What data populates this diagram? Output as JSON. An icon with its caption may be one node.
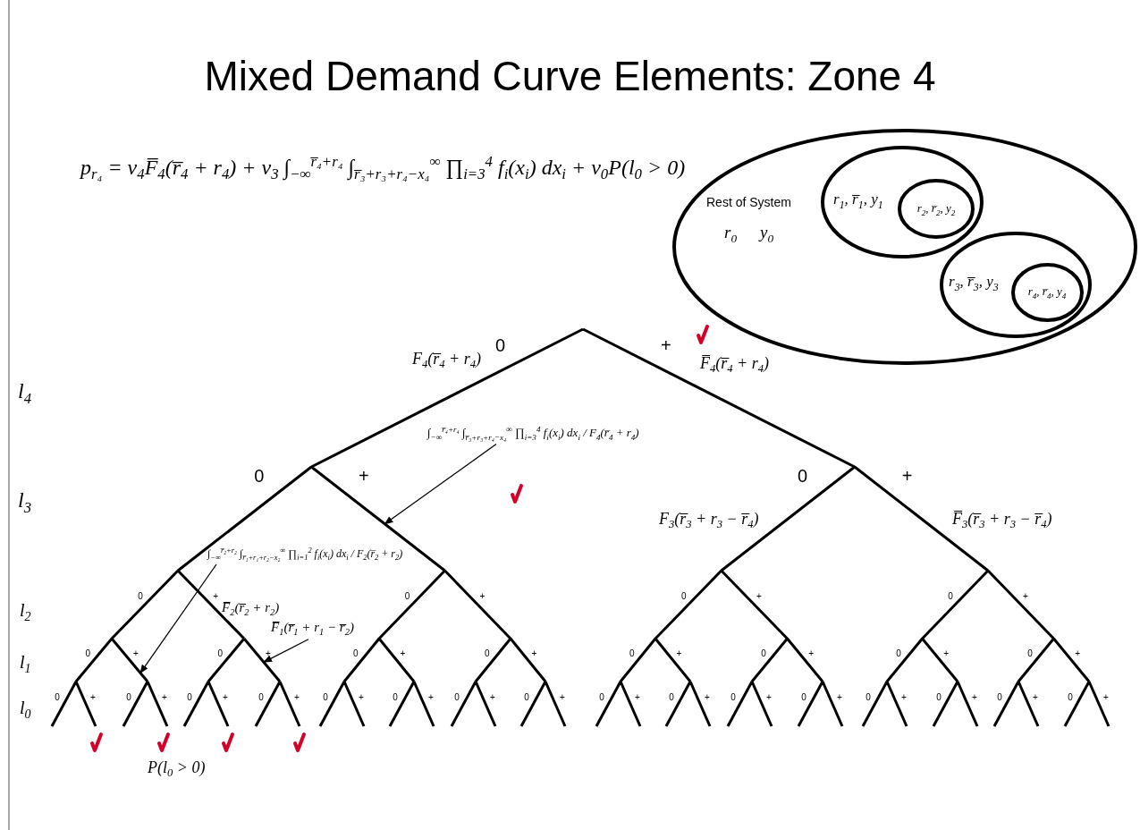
{
  "diagram": {
    "title": "Mixed Demand Curve Elements: Zone 4",
    "nodes": [
      {
        "text": [
          "Rest of System",
          "r$_{0}$",
          "y$_{0}$"
        ]
      },
      {
        "text": [
          "r$_{1}$, r̅$_{1}$, y$_{1}$"
        ],
        "in": 0
      },
      {
        "text": [
          "r$_{2}$, r̅$_{2}$, y$_{2}$"
        ],
        "in": 1
      },
      {
        "text": [
          "r$_{3}$, r̅$_{3}$, y$_{3}$"
        ],
        "in": 0
      },
      {
        "text": [
          "r$_{4}$, r̅$_{4}$, y$_{4}$"
        ],
        "in": 3
      },
      {
        "text": [
          "∫$_{−∞}$$^{r̅₄+r₄}$ ∫$_{r̅₃+r₃+r₄−x₄}$$^{∞}$ ∏$_{i=3}$$^{4}$ f$_{i}$(x$_{i}$) dx$_{i}$ / F$_{4}$(r̅$_{4}$ + r$_{4}$)"
        ]
      },
      {
        "text": [
          "∫$_{−∞}$$^{r̅₂+r₂}$ ∫$_{r̅₁+r₁+r₂−x₂}$$^{∞}$ ∏$_{i=1}$$^{2}$ f$_{i}$(x$_{i}$) dx$_{i}$ / F$_{2}$(r̅$_{2}$ + r$_{2}$)"
        ]
      },
      {
        "text": [
          "F̅$_{1}$(r̅$_{1}$ + r$_{1}$ − r̅$_{2}$)"
        ]
      },
      {
        "text": [],
        "shape": "line"
      },
      {
        "text": [],
        "shape": "line"
      },
      {
        "text": [],
        "shape": "line"
      }
    ],
    "edges": [
      {
        "from": 5,
        "to": 8,
        "arrow": "to"
      },
      {
        "from": 6,
        "to": 9,
        "arrow": "to"
      },
      {
        "from": 7,
        "to": 10,
        "arrow": "to"
      }
    ],
    "labels": [
      "p$_{r₄}$ = v$_{4}$F̅$_{4}$(r̅$_{4}$ + r$_{4}$) + v$_{3}$ ∫$_{−∞}$$^{r̅₄+r₄}$ ∫$_{r̅₃+r₃+r₄−x₄}$$^{∞}$ ∏$_{i=3}$$^{4}$ f$_{i}$(x$_{i}$) dx$_{i}$ + v$_{0}$P(l$_{0}$ > 0)",
      "l$_{4}$",
      "F$_{4}$(r̅$_{4}$ + r$_{4}$)",
      "0",
      "+",
      "F̅$_{4}$(r̅$_{4}$ + r$_{4}$)",
      "l$_{3}$",
      "0",
      "+",
      "0",
      "+",
      "F$_{3}$(r̅$_{3}$ + r$_{3}$ − r̅$_{4}$)",
      "F̅$_{3}$(r̅$_{3}$ + r$_{3}$ − r̅$_{4}$)",
      "l$_{2}$",
      "0",
      "+",
      "0",
      "+",
      "0",
      "+",
      "0",
      "+",
      "F̅$_{2}$(r̅$_{2}$ + r$_{2}$)",
      "l$_{1}$",
      "0",
      "+",
      "0",
      "+",
      "0",
      "+",
      "0",
      "+",
      "0",
      "+",
      "0",
      "+",
      "0",
      "+",
      "0",
      "+",
      "l$_{0}$",
      "0",
      "+",
      "0",
      "+",
      "0",
      "+",
      "0",
      "+",
      "0",
      "+",
      "0",
      "+",
      "0",
      "+",
      "0",
      "+",
      "0",
      "+",
      "0",
      "+",
      "0",
      "+",
      "0",
      "+",
      "0",
      "+",
      "0",
      "+",
      "0",
      "+",
      "0",
      "+",
      "P(l$_{0}$ > 0)"
    ]
  }
}
